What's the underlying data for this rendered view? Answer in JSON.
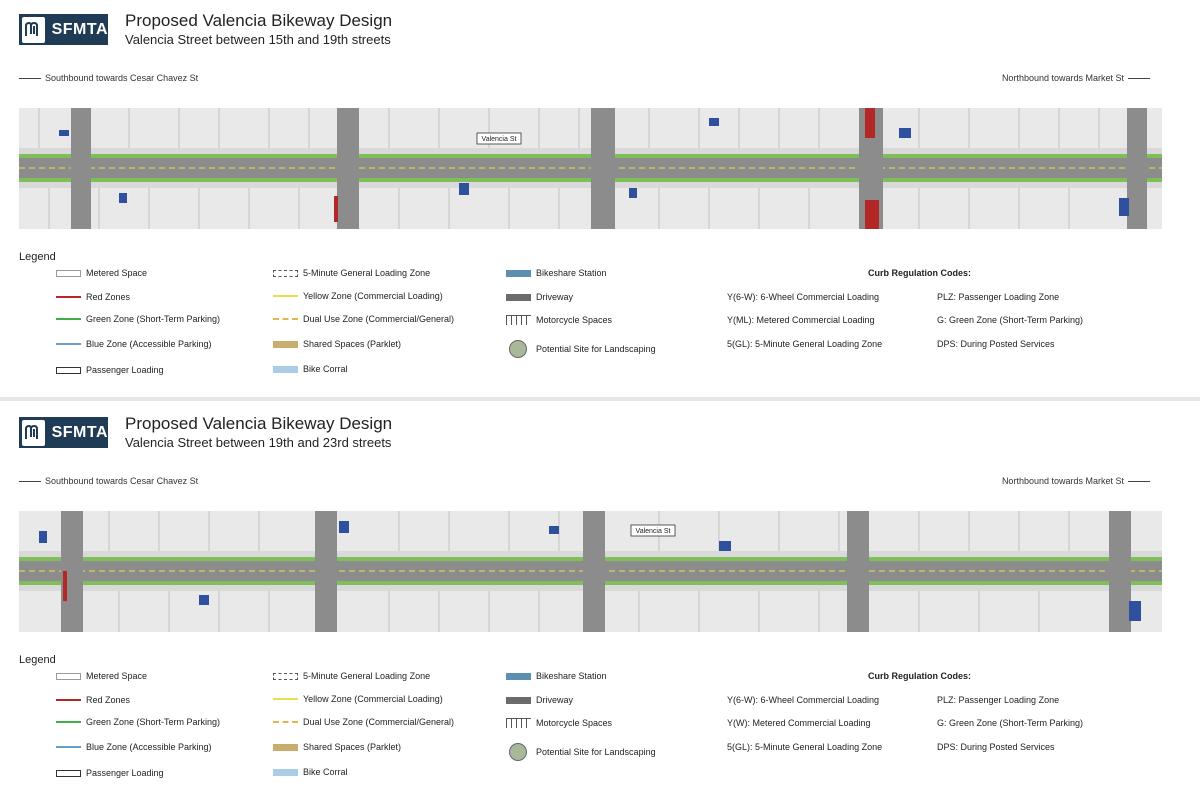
{
  "panels": [
    {
      "logo": "SFMTA",
      "title": "Proposed Valencia Bikeway Design",
      "subtitle": "Valencia Street between 15th and 19th streets",
      "south_label": "Southbound towards Cesar Chavez St",
      "north_label": "Northbound towards Market St",
      "street_label": "Valencia St",
      "legend_title": "Legend",
      "curb_title": "Curb Regulation Codes:"
    },
    {
      "logo": "SFMTA",
      "title": "Proposed Valencia Bikeway Design",
      "subtitle": "Valencia Street between 19th and 23rd streets",
      "south_label": "Southbound towards Cesar Chavez St",
      "north_label": "Northbound towards Market St",
      "street_label": "Valencia St",
      "legend_title": "Legend",
      "curb_title": "Curb Regulation Codes:"
    }
  ],
  "legend": [
    {
      "label": "Metered Space",
      "swatch": "outline",
      "color": "#9a9a9a"
    },
    {
      "label": "Red Zones",
      "swatch": "line",
      "color": "#b32727"
    },
    {
      "label": "Green Zone (Short-Term Parking)",
      "swatch": "line",
      "color": "#3fae49"
    },
    {
      "label": "Blue Zone (Accessible Parking)",
      "swatch": "line",
      "color": "#6a9ec4"
    },
    {
      "label": "Passenger Loading",
      "swatch": "outline",
      "color": "#333333"
    },
    {
      "label": "5-Minute General Loading Zone",
      "swatch": "dashed-box",
      "color": "#555555"
    },
    {
      "label": "Yellow Zone (Commercial Loading)",
      "swatch": "line",
      "color": "#e8e04a"
    },
    {
      "label": "Dual Use Zone (Commercial/General)",
      "swatch": "dashed-line",
      "color": "#e6b64a"
    },
    {
      "label": "Shared Spaces (Parklet)",
      "swatch": "bar",
      "color": "#c9ad6e"
    },
    {
      "label": "Bike Corral",
      "swatch": "bar",
      "color": "#a9cde6"
    },
    {
      "label": "Bikeshare Station",
      "swatch": "bar",
      "color": "#5f8fb0"
    },
    {
      "label": "Driveway",
      "swatch": "bar",
      "color": "#6b6b6b"
    },
    {
      "label": "Motorcycle Spaces",
      "swatch": "ticks",
      "color": "#555555"
    },
    {
      "label": "Potential Site for Landscaping",
      "swatch": "circle",
      "color": "#a9b89a"
    }
  ],
  "curb_codes_panel0": [
    "Y(6-W): 6-Wheel Commercial Loading",
    "Y(ML): Metered Commercial Loading",
    "5(GL): 5-Minute General Loading Zone",
    "PLZ: Passenger Loading Zone",
    "G: Green Zone (Short-Term Parking)",
    "DPS: During Posted Services"
  ],
  "curb_codes_panel1": [
    "Y(6-W): 6-Wheel Commercial Loading",
    "Y(W): Metered Commercial Loading",
    "5(GL): 5-Minute General Loading Zone",
    "PLZ: Passenger Loading Zone",
    "G: Green Zone (Short-Term Parking)",
    "DPS: During Posted Services"
  ],
  "colors": {
    "brand": "#1f3b55",
    "pavement": "#8c8c8c",
    "sidewalk": "#d9d9d9",
    "bike_lane": "#7fbf5a",
    "parcels": "#e9e9e9"
  }
}
